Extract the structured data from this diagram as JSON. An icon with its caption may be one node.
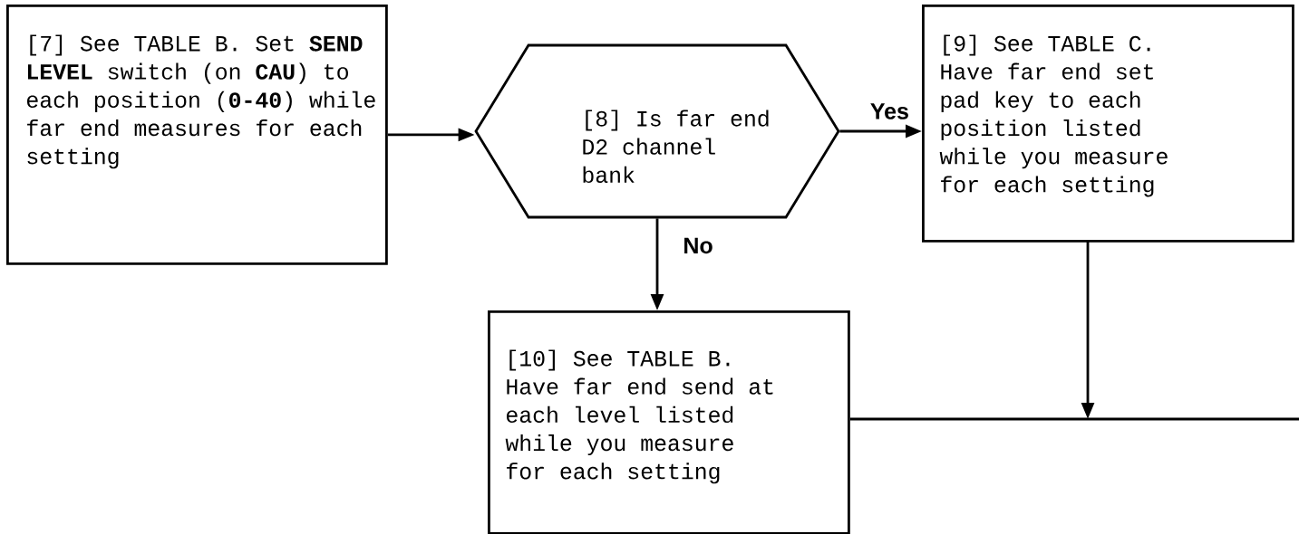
{
  "diagram": {
    "nodes": [
      {
        "text": [
          "[7] See TABLE B. Set **SEND LEVEL** switch (on **CAU**) to each position (**0-40**) while far end measures for each setting"
        ]
      },
      {
        "text": [
          "[8] Is far end D2 channel bank"
        ]
      },
      {
        "text": [
          "[9] See TABLE C. Have far end set pad key to each position listed while you measure for each setting"
        ]
      },
      {
        "text": [
          "[10] See TABLE B. Have far end send at each level listed while you measure for each setting"
        ]
      }
    ],
    "edges": [
      {
        "from": 0,
        "to": 1,
        "arrow": "to"
      },
      {
        "from": 1,
        "to": 2,
        "arrow": "to",
        "label": "Yes"
      },
      {
        "from": 1,
        "to": 3,
        "arrow": "to",
        "label": "No"
      },
      {
        "from": 2,
        "to": null,
        "arrow": "to"
      },
      {
        "from": 3,
        "to": null,
        "arrow": "none"
      }
    ]
  }
}
